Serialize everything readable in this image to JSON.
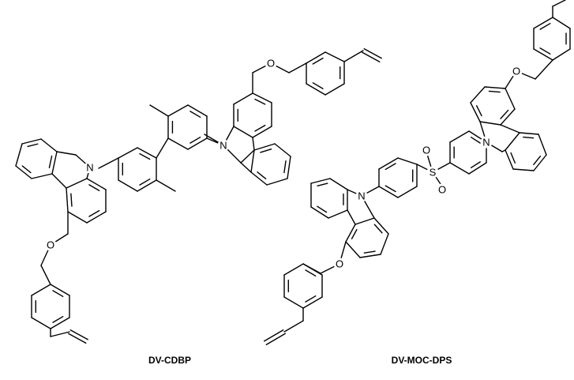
{
  "compounds": [
    {
      "id": "left",
      "name": "DV-CDBP"
    },
    {
      "id": "right",
      "name": "DV-MOC-DPS"
    }
  ],
  "atom_symbols": {
    "nitrogen": "N",
    "oxygen": "O",
    "sulfur": "S"
  },
  "colors": {
    "ink": "#000000",
    "background": "#ffffff"
  }
}
